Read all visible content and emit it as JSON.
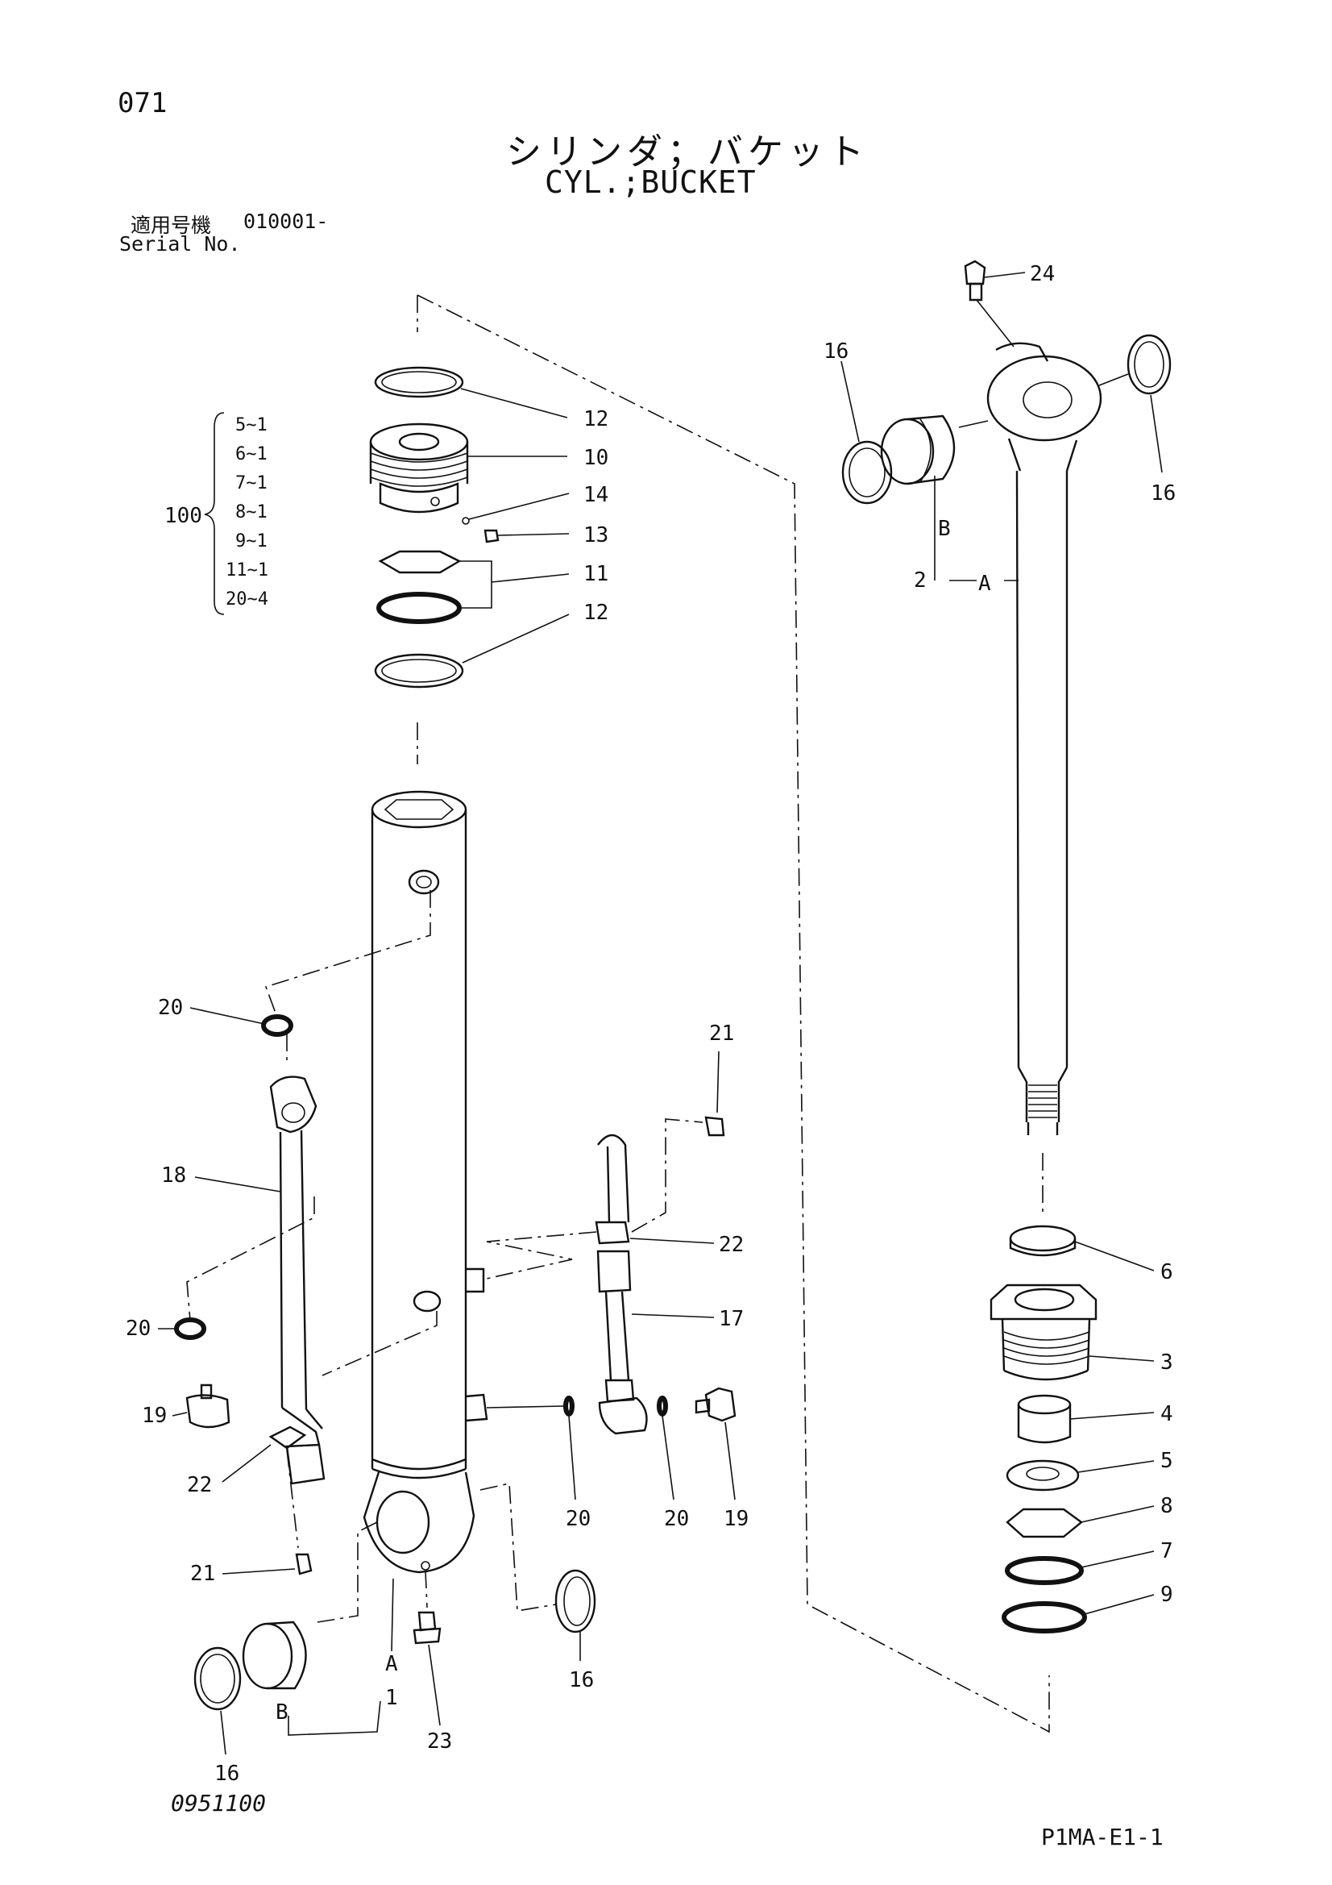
{
  "page_number": "071",
  "title_jp": "シリンダ；バケット",
  "title_en": "CYL.;BUCKET",
  "serial": {
    "label_jp": "適用号機",
    "value": "010001-",
    "label_en": "Serial No."
  },
  "doc_code": "0951100",
  "sheet_code": "P1MA-E1-1",
  "kit": {
    "number": "100",
    "items": [
      "5~1",
      "6~1",
      "7~1",
      "8~1",
      "9~1",
      "11~1",
      "20~4"
    ]
  },
  "callouts": {
    "c24": "24",
    "c16a": "16",
    "c16b": "16",
    "c2": "2",
    "cA1": "A",
    "cB1": "B",
    "c12a": "12",
    "c10": "10",
    "c14": "14",
    "c13": "13",
    "c11": "11",
    "c12b": "12",
    "c20a": "20",
    "c18": "18",
    "c20b": "20",
    "c19a": "19",
    "c22a": "22",
    "c21a": "21",
    "c21b": "21",
    "c22b": "22",
    "c17": "17",
    "c20c": "20",
    "c20d": "20",
    "c19b": "19",
    "c6": "6",
    "c3": "3",
    "c4": "4",
    "c5": "5",
    "c8": "8",
    "c7": "7",
    "c9": "9",
    "c16c": "16",
    "c16d": "16",
    "cA2": "A",
    "c1": "1",
    "cB2": "B",
    "c23": "23"
  }
}
